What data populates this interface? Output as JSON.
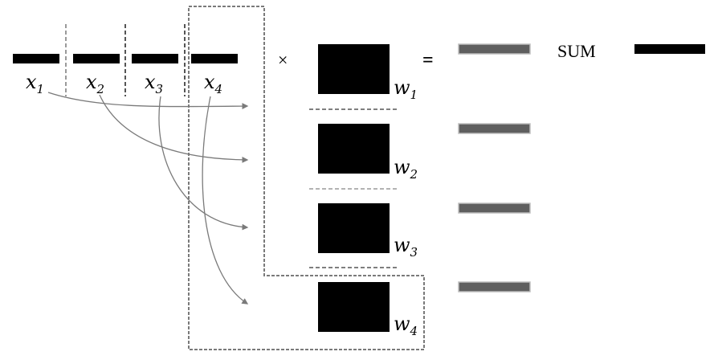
{
  "inputs": [
    {
      "var": "x",
      "sub": "1"
    },
    {
      "var": "x",
      "sub": "2"
    },
    {
      "var": "x",
      "sub": "3"
    },
    {
      "var": "x",
      "sub": "4"
    }
  ],
  "weights": [
    {
      "var": "w",
      "sub": "1"
    },
    {
      "var": "w",
      "sub": "2"
    },
    {
      "var": "w",
      "sub": "3"
    },
    {
      "var": "w",
      "sub": "4"
    }
  ],
  "operators": {
    "times": "×",
    "equals": "="
  },
  "sum_label": "SUM",
  "colors": {
    "block": "#000000",
    "partial": "#5f5f5f",
    "line": "#7a7a7a",
    "dash": "#8a8a8a"
  }
}
